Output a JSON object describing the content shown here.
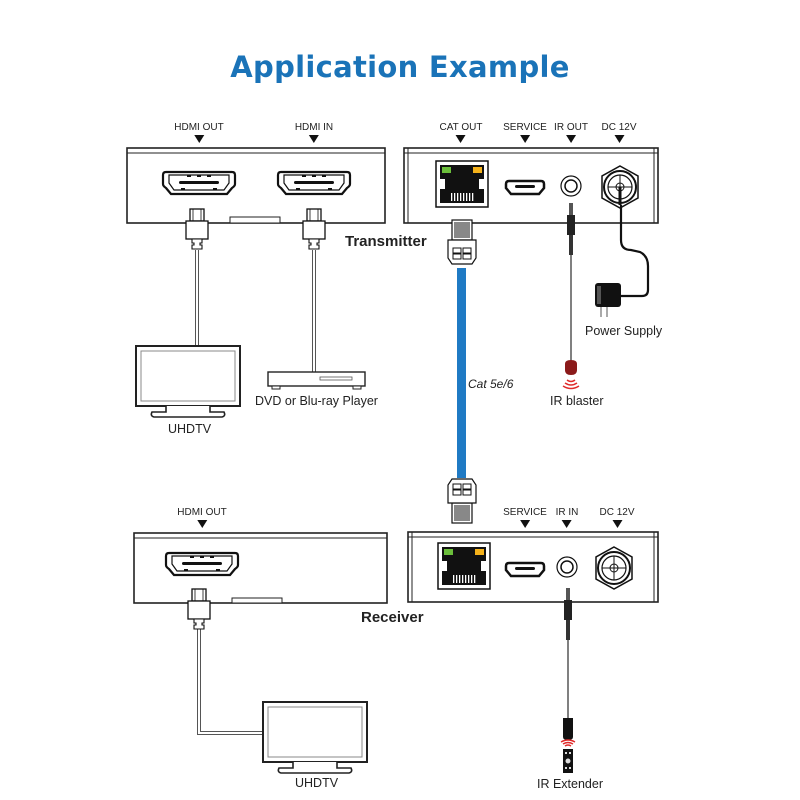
{
  "title": "Application Example",
  "colors": {
    "title": "#1a73b8",
    "cat_cable": "#1f7ac4",
    "link_led": "#6bbf3b",
    "activity_led": "#f5b21b",
    "ir_red": "#e02a2a"
  },
  "transmitter": {
    "name": "Transmitter",
    "left_unit_ports": [
      {
        "label": "HDMI OUT",
        "icon": "hdmi-port-icon"
      },
      {
        "label": "HDMI IN",
        "icon": "hdmi-port-icon"
      }
    ],
    "right_unit_ports": [
      {
        "label": "CAT OUT",
        "icon": "rj45-port-icon"
      },
      {
        "label": "SERVICE",
        "icon": "micro-usb-port-icon"
      },
      {
        "label": "IR OUT",
        "icon": "audio-jack-port-icon"
      },
      {
        "label": "DC 12V",
        "icon": "dc-power-port-icon"
      }
    ]
  },
  "receiver": {
    "name": "Receiver",
    "left_unit_ports": [
      {
        "label": "HDMI OUT",
        "icon": "hdmi-port-icon"
      }
    ],
    "right_unit_ports": [
      {
        "label": "SERVICE",
        "icon": "micro-usb-port-icon"
      },
      {
        "label": "IR IN",
        "icon": "audio-jack-port-icon"
      },
      {
        "label": "DC 12V",
        "icon": "dc-power-port-icon"
      }
    ]
  },
  "devices": {
    "tx_display": "UHDTV",
    "tx_source": "DVD or Blu-ray Player",
    "power_supply": "Power Supply",
    "ir_blaster": "IR blaster",
    "rx_display": "UHDTV",
    "ir_extender": "IR Extender"
  },
  "cable": {
    "label": "Cat 5e/6"
  }
}
